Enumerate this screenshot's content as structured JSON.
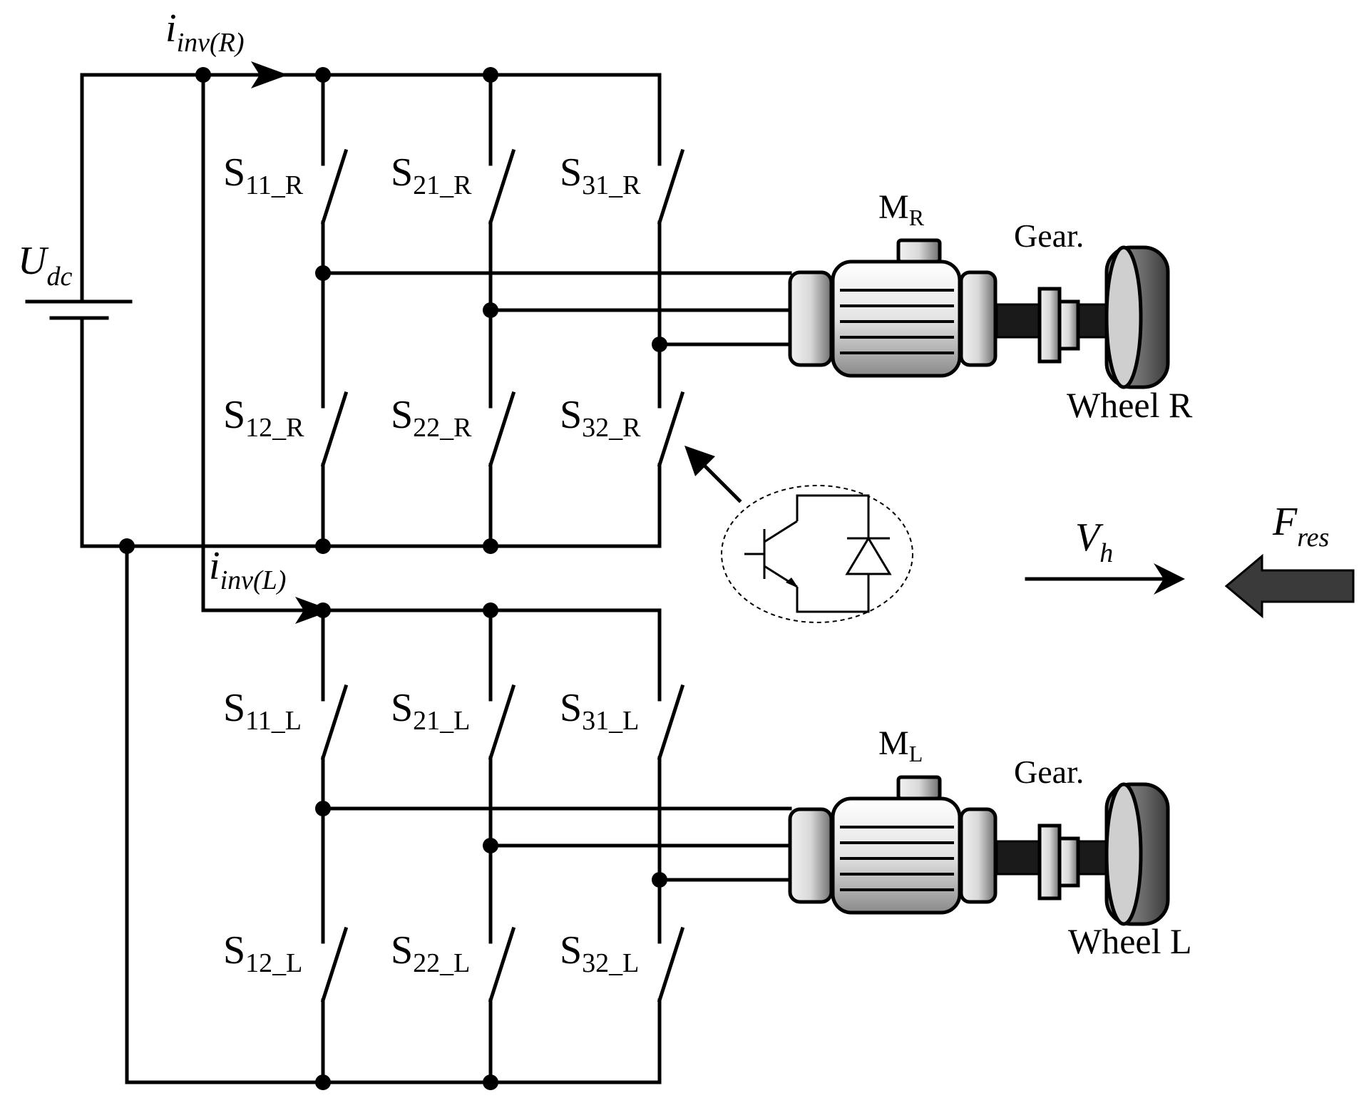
{
  "labels": {
    "current_right": {
      "main": "i",
      "sub": "inv(R)"
    },
    "current_left": {
      "main": "i",
      "sub": "inv(L)"
    },
    "dc_voltage": {
      "main": "U",
      "sub": "dc"
    },
    "speed": {
      "main": "V",
      "sub": "h"
    },
    "resistance_force": {
      "main": "F",
      "sub": "res"
    },
    "motor_right": {
      "main": "M",
      "sub": "R"
    },
    "motor_left": {
      "main": "M",
      "sub": "L"
    },
    "gear_right": "Gear.",
    "gear_left": "Gear.",
    "wheel_right": "Wheel R",
    "wheel_left": "Wheel L"
  },
  "switches_right": [
    {
      "main": "S",
      "sub": "11_R"
    },
    {
      "main": "S",
      "sub": "21_R"
    },
    {
      "main": "S",
      "sub": "31_R"
    },
    {
      "main": "S",
      "sub": "12_R"
    },
    {
      "main": "S",
      "sub": "22_R"
    },
    {
      "main": "S",
      "sub": "32_R"
    }
  ],
  "switches_left": [
    {
      "main": "S",
      "sub": "11_L"
    },
    {
      "main": "S",
      "sub": "21_L"
    },
    {
      "main": "S",
      "sub": "31_L"
    },
    {
      "main": "S",
      "sub": "12_L"
    },
    {
      "main": "S",
      "sub": "22_L"
    },
    {
      "main": "S",
      "sub": "32_L"
    }
  ],
  "icons": {
    "igbt": "igbt-with-diode-icon",
    "motor": "motor-icon",
    "gear": "gear-icon",
    "wheel": "wheel-icon"
  },
  "colors": {
    "line": "#000000",
    "force_arrow": "#3a3a3a"
  }
}
